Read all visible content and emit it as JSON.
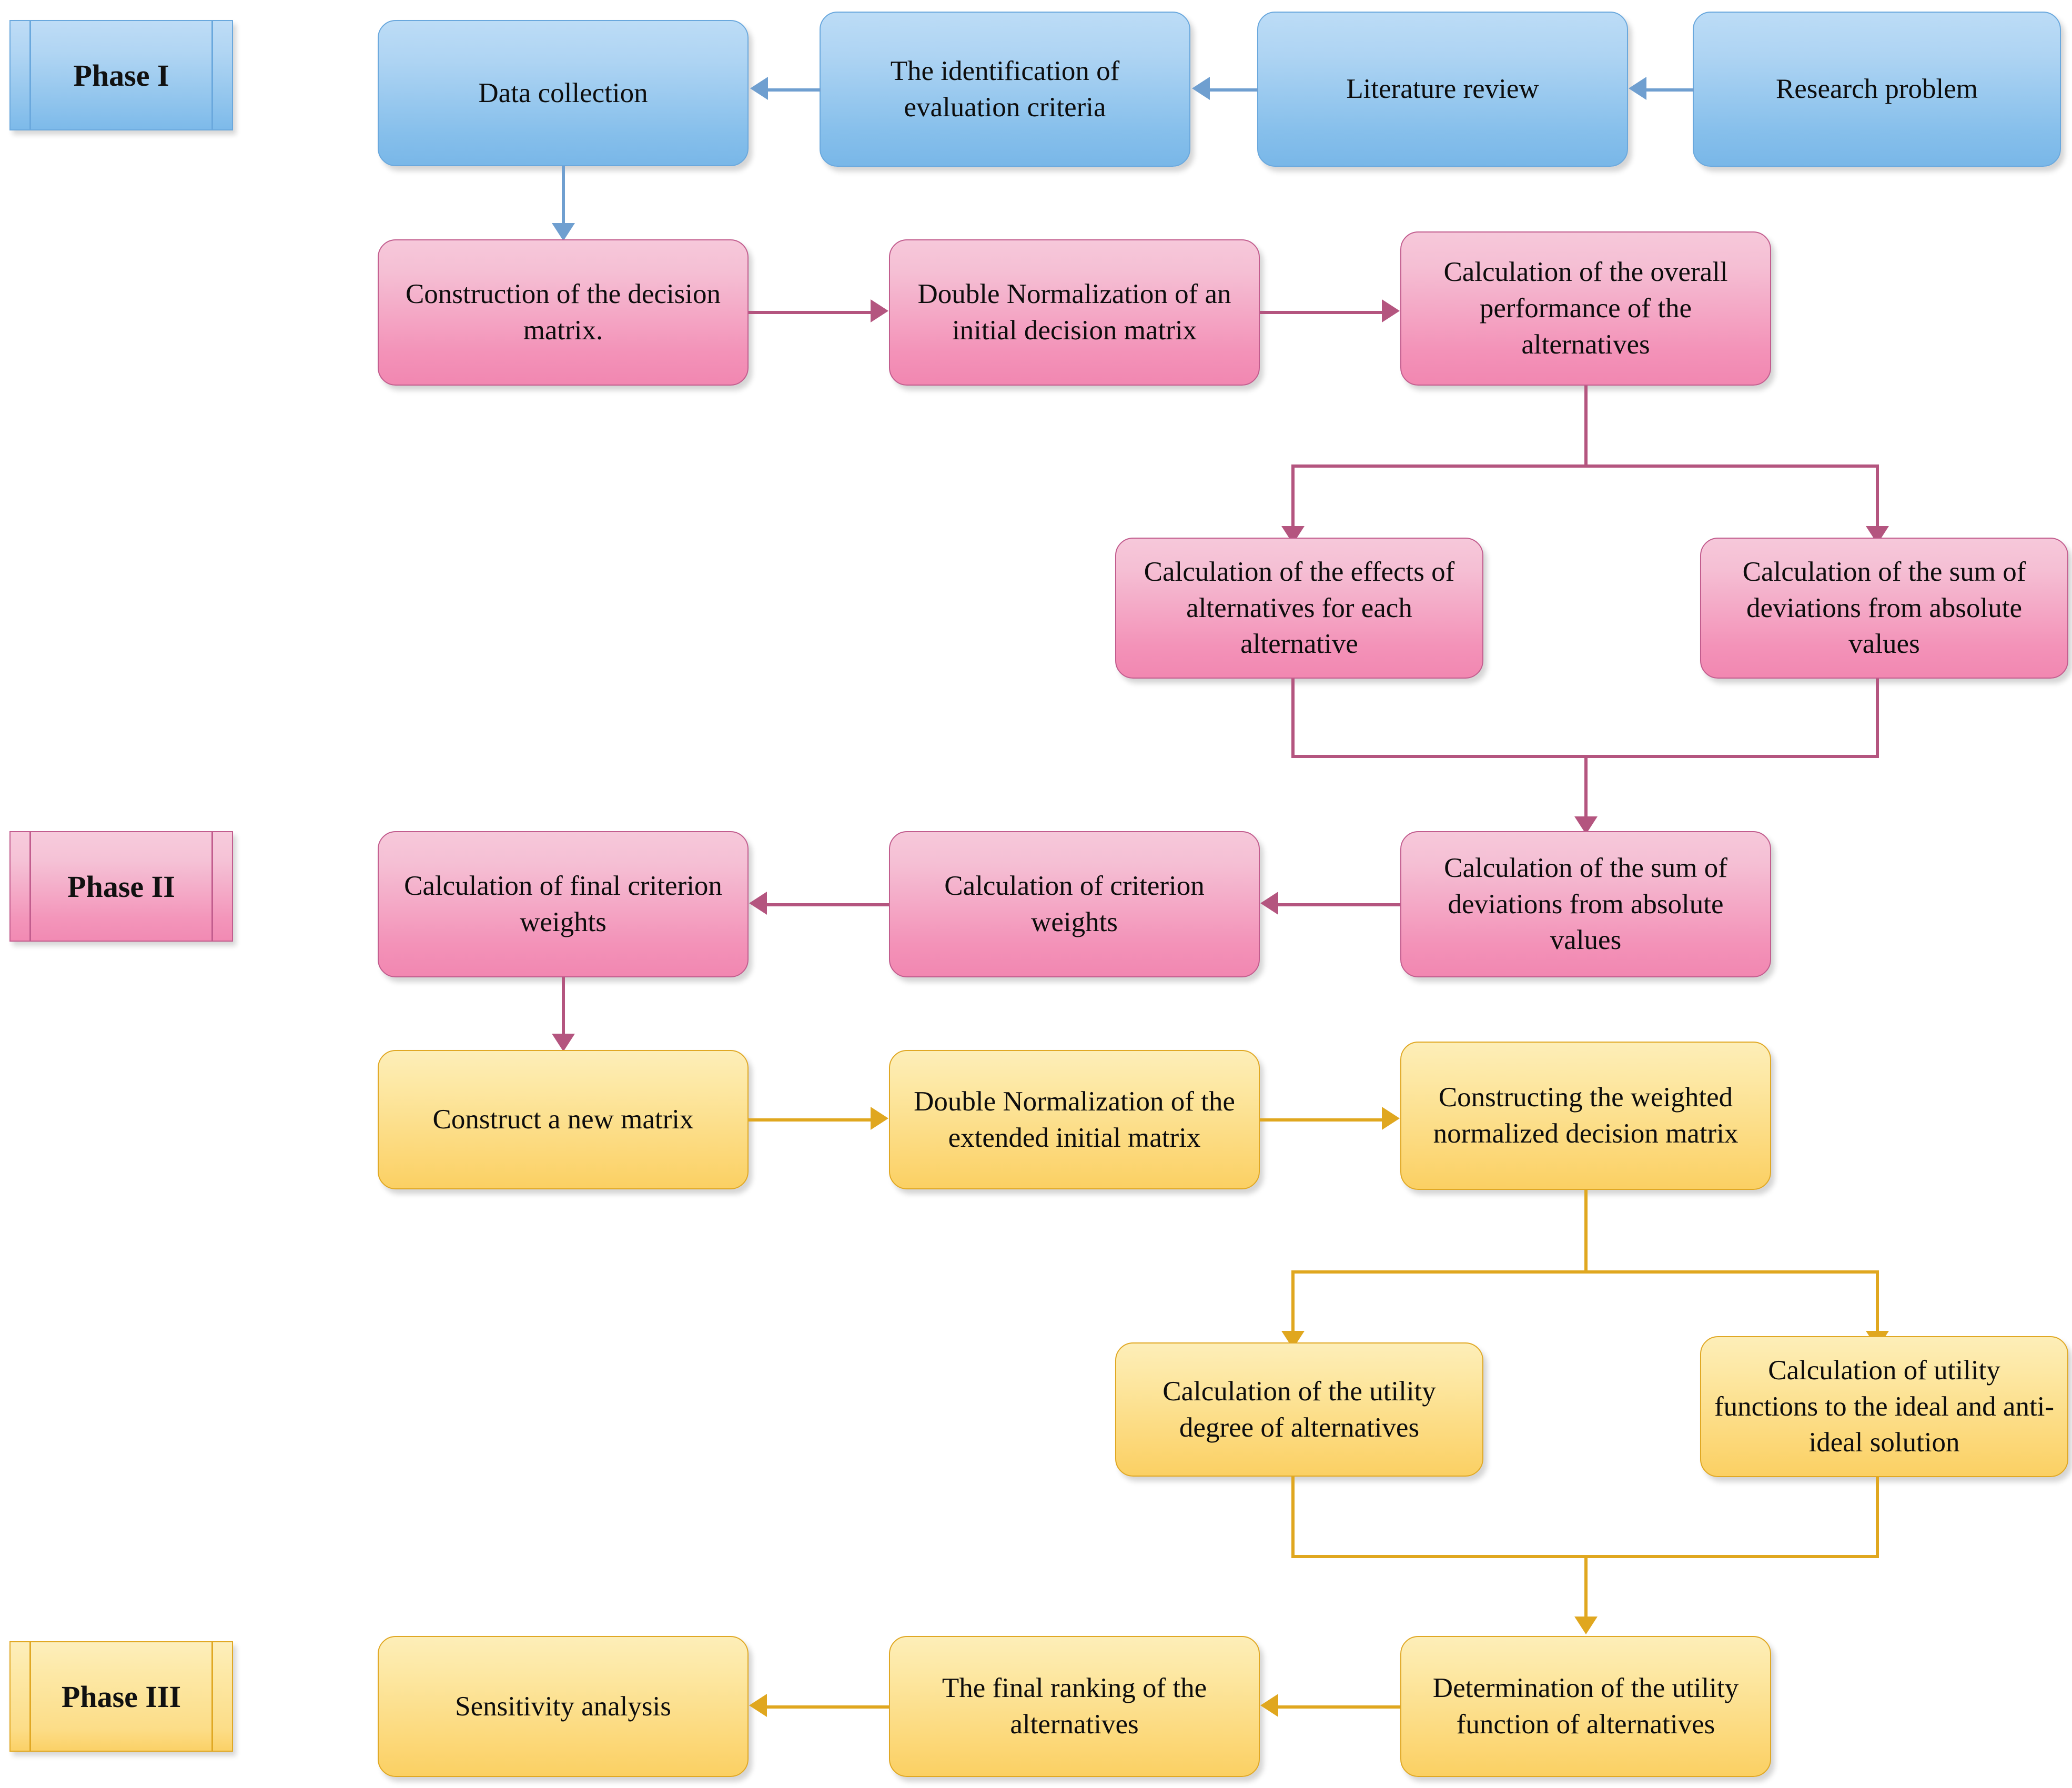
{
  "diagram": {
    "title": "Three-phase MCDM research framework flowchart",
    "colors": {
      "phase1_fill": "#a9d2f2",
      "phase1_border": "#6aa8dd",
      "phase1_connector": "#6f9fd0",
      "phase2_fill": "#f3a0c2",
      "phase2_border": "#c25d8e",
      "phase2_connector": "#b4557f",
      "phase3_fill": "#fbdc8a",
      "phase3_border": "#e0a824",
      "phase3_connector": "#e0a71f",
      "text": "#0d0d0d",
      "background": "#ffffff"
    },
    "phases": [
      {
        "id": "phase-1",
        "label": "Phase I",
        "color": "blue"
      },
      {
        "id": "phase-2",
        "label": "Phase II",
        "color": "pink"
      },
      {
        "id": "phase-3",
        "label": "Phase III",
        "color": "yellow"
      }
    ],
    "rows": [
      {
        "id": "row-1",
        "color": "blue",
        "flow": "right-to-left",
        "nodes": [
          {
            "id": "n-data-collection",
            "label": "Data collection"
          },
          {
            "id": "n-identification-criteria",
            "label": "The identification of evaluation criteria"
          },
          {
            "id": "n-literature-review",
            "label": "Literature review"
          },
          {
            "id": "n-research-problem",
            "label": "Research problem"
          }
        ]
      },
      {
        "id": "row-2",
        "color": "pink",
        "flow": "left-to-right",
        "nodes": [
          {
            "id": "n-construct-decision-matrix",
            "label": "Construction of the decision matrix."
          },
          {
            "id": "n-double-normalization-initial",
            "label": "Double Normalization of an initial decision matrix"
          },
          {
            "id": "n-overall-performance",
            "label": "Calculation of the overall performance of the alternatives"
          }
        ]
      },
      {
        "id": "row-3",
        "color": "pink",
        "flow": "branch",
        "nodes": [
          {
            "id": "n-effects-of-alternatives",
            "label": "Calculation of the effects of alternatives for each alternative"
          },
          {
            "id": "n-sum-deviations-a",
            "label": "Calculation of the sum of deviations from absolute values"
          }
        ]
      },
      {
        "id": "row-4",
        "color": "pink",
        "flow": "right-to-left",
        "nodes": [
          {
            "id": "n-final-criterion-weights",
            "label": "Calculation of final criterion weights"
          },
          {
            "id": "n-criterion-weights",
            "label": "Calculation of criterion weights"
          },
          {
            "id": "n-sum-deviations-b",
            "label": "Calculation of the sum of deviations from absolute values"
          }
        ]
      },
      {
        "id": "row-5",
        "color": "yellow",
        "flow": "left-to-right",
        "nodes": [
          {
            "id": "n-construct-new-matrix",
            "label": "Construct a new matrix"
          },
          {
            "id": "n-double-normalization-extended",
            "label": "Double Normalization of the extended initial matrix"
          },
          {
            "id": "n-weighted-normalized-matrix",
            "label": "Constructing the weighted normalized decision matrix"
          }
        ]
      },
      {
        "id": "row-6",
        "color": "yellow",
        "flow": "branch",
        "nodes": [
          {
            "id": "n-utility-degree",
            "label": "Calculation of the utility degree of alternatives"
          },
          {
            "id": "n-utility-ideal-antideal",
            "label": "Calculation of utility functions to the ideal and anti-ideal solution"
          }
        ]
      },
      {
        "id": "row-7",
        "color": "yellow",
        "flow": "right-to-left",
        "nodes": [
          {
            "id": "n-sensitivity-analysis",
            "label": "Sensitivity analysis"
          },
          {
            "id": "n-final-ranking",
            "label": "The final ranking of the alternatives"
          },
          {
            "id": "n-utility-function",
            "label": "Determination of the utility function of alternatives"
          }
        ]
      }
    ],
    "connectors": [
      {
        "id": "c-research-to-literature",
        "from": "n-research-problem",
        "to": "n-literature-review",
        "direction": "left"
      },
      {
        "id": "c-literature-to-criteria",
        "from": "n-literature-review",
        "to": "n-identification-criteria",
        "direction": "left"
      },
      {
        "id": "c-criteria-to-data",
        "from": "n-identification-criteria",
        "to": "n-data-collection",
        "direction": "left"
      },
      {
        "id": "c-data-to-construct",
        "from": "n-data-collection",
        "to": "n-construct-decision-matrix",
        "direction": "down"
      },
      {
        "id": "c-construct-to-doublenorm",
        "from": "n-construct-decision-matrix",
        "to": "n-double-normalization-initial",
        "direction": "right"
      },
      {
        "id": "c-doublenorm-to-overall",
        "from": "n-double-normalization-initial",
        "to": "n-overall-performance",
        "direction": "right"
      },
      {
        "id": "c-overall-branch-effects",
        "from": "n-overall-performance",
        "to": "n-effects-of-alternatives",
        "direction": "down"
      },
      {
        "id": "c-overall-branch-sumdev",
        "from": "n-overall-performance",
        "to": "n-sum-deviations-a",
        "direction": "down"
      },
      {
        "id": "c-merge-to-sumdev-b",
        "from": "n-effects-of-alternatives",
        "to": "n-sum-deviations-b",
        "direction": "down"
      },
      {
        "id": "c-sumdevb-to-criterion",
        "from": "n-sum-deviations-b",
        "to": "n-criterion-weights",
        "direction": "left"
      },
      {
        "id": "c-criterion-to-final",
        "from": "n-criterion-weights",
        "to": "n-final-criterion-weights",
        "direction": "left"
      },
      {
        "id": "c-final-to-newmatrix",
        "from": "n-final-criterion-weights",
        "to": "n-construct-new-matrix",
        "direction": "down"
      },
      {
        "id": "c-newmatrix-to-extended",
        "from": "n-construct-new-matrix",
        "to": "n-double-normalization-extended",
        "direction": "right"
      },
      {
        "id": "c-extended-to-weighted",
        "from": "n-double-normalization-extended",
        "to": "n-weighted-normalized-matrix",
        "direction": "right"
      },
      {
        "id": "c-weighted-branch-degree",
        "from": "n-weighted-normalized-matrix",
        "to": "n-utility-degree",
        "direction": "down"
      },
      {
        "id": "c-weighted-branch-ideal",
        "from": "n-weighted-normalized-matrix",
        "to": "n-utility-ideal-antideal",
        "direction": "down"
      },
      {
        "id": "c-merge-to-utilityfn",
        "from": "n-utility-degree",
        "to": "n-utility-function",
        "direction": "down"
      },
      {
        "id": "c-utilityfn-to-ranking",
        "from": "n-utility-function",
        "to": "n-final-ranking",
        "direction": "left"
      },
      {
        "id": "c-ranking-to-sensitivity",
        "from": "n-final-ranking",
        "to": "n-sensitivity-analysis",
        "direction": "left"
      }
    ]
  }
}
